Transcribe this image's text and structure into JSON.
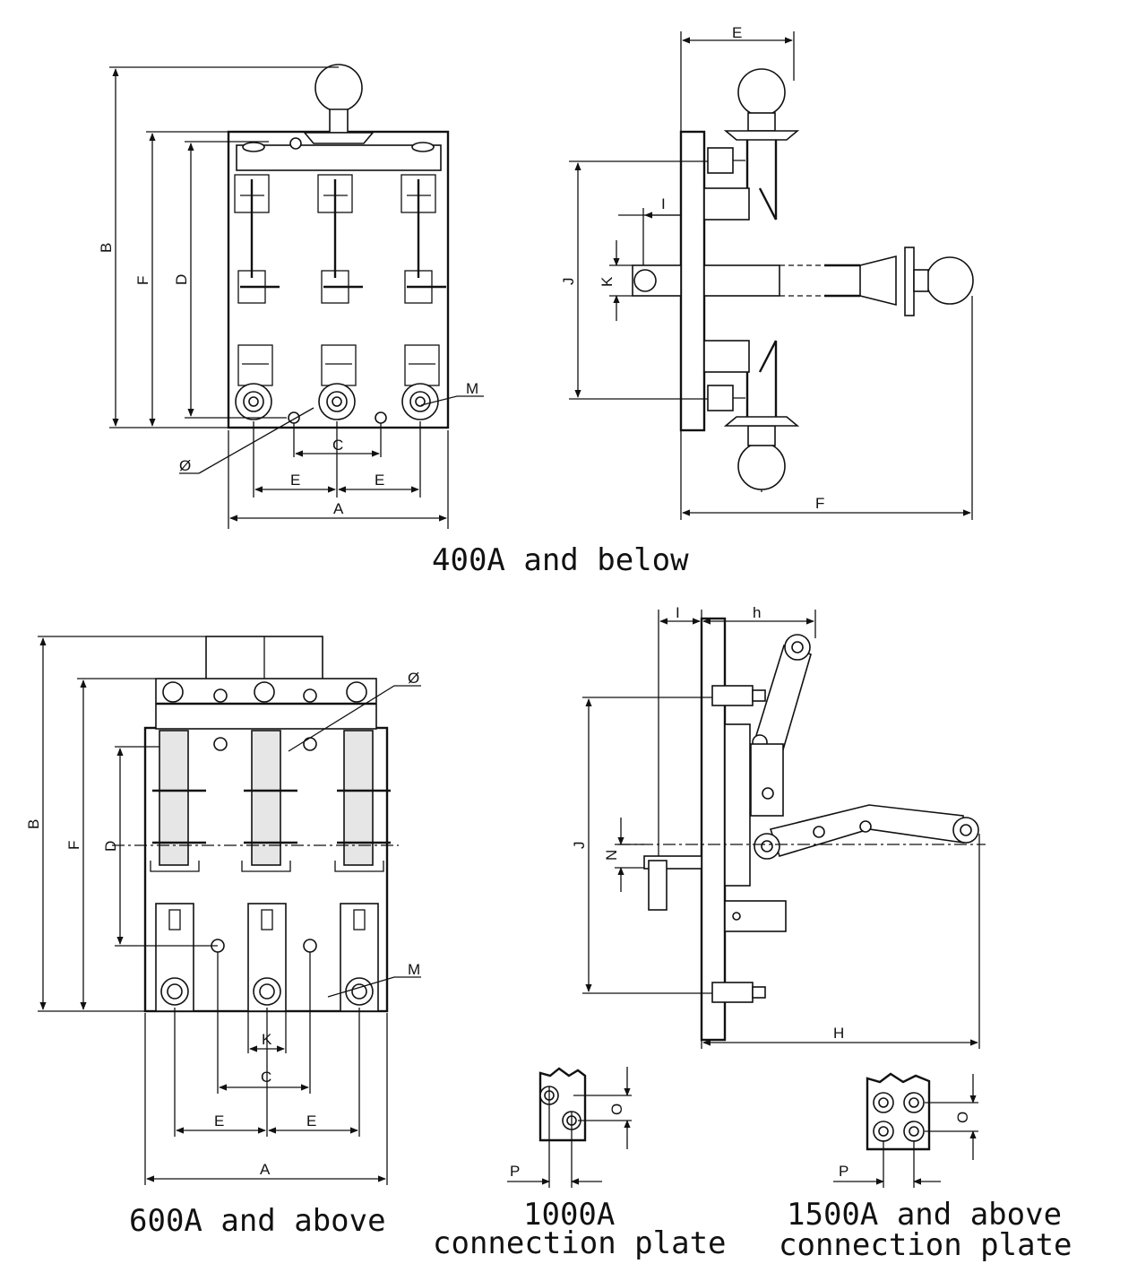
{
  "captions": {
    "top": "400A and below",
    "bottom_left": "600A and above",
    "plate_1000_line1": "1000A",
    "plate_1000_line2": "connection plate",
    "plate_1500_line1": "1500A and above",
    "plate_1500_line2": "connection plate"
  },
  "dimension_labels": {
    "A": "A",
    "B": "B",
    "C": "C",
    "D": "D",
    "E": "E",
    "F": "F",
    "H": "H",
    "I": "I",
    "J": "J",
    "K": "K",
    "M": "M",
    "N": "N",
    "O": "O",
    "P": "P",
    "h": "h",
    "phi": "Ø"
  },
  "colors": {
    "line": "#111111",
    "background": "#ffffff"
  }
}
